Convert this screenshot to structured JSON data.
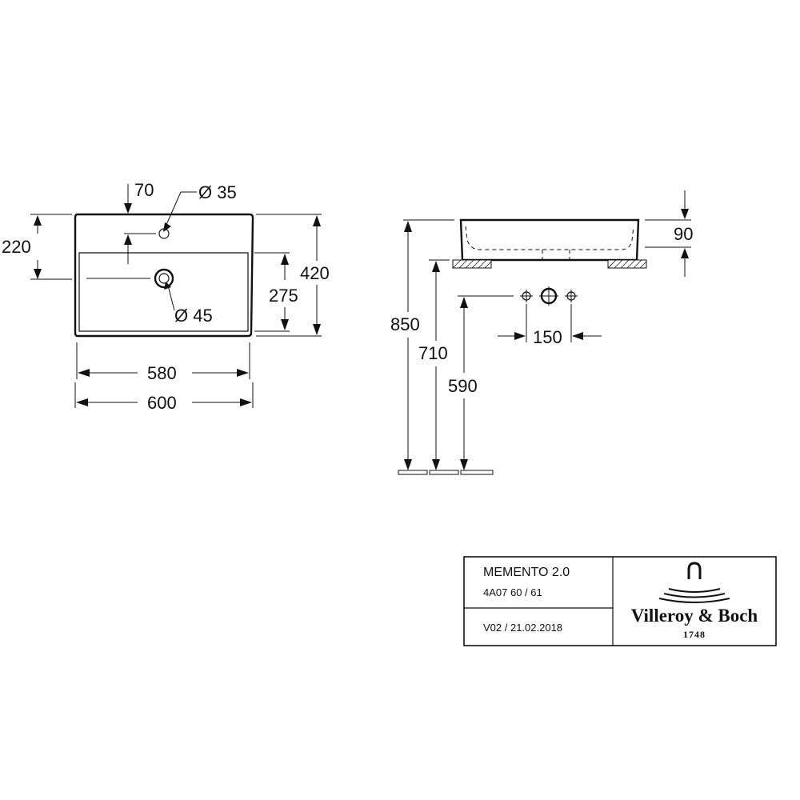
{
  "top_view": {
    "dim_70": "70",
    "dim_dia35": "Ø 35",
    "dim_220": "220",
    "dim_420": "420",
    "dim_275": "275",
    "dim_dia45": "Ø 45",
    "dim_580": "580",
    "dim_600": "600"
  },
  "side_view": {
    "dim_90": "90",
    "dim_850": "850",
    "dim_710": "710",
    "dim_590": "590",
    "dim_150": "150"
  },
  "title_block": {
    "product_name": "MEMENTO 2.0",
    "article_number": "4A07 60 / 61",
    "version": "V02 / 21.02.2018",
    "brand": "Villeroy & Boch",
    "brand_year": "1748"
  }
}
